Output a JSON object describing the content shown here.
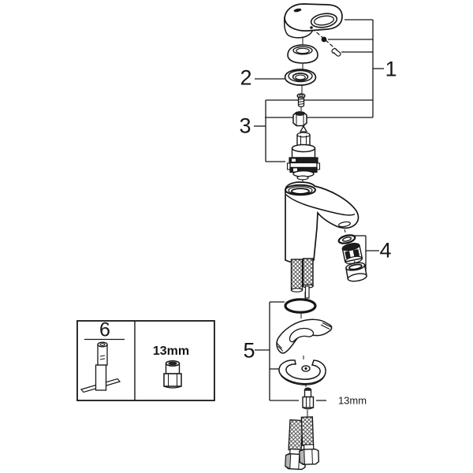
{
  "diagram": {
    "background": "#ffffff",
    "line_color": "#161616",
    "callouts": {
      "part1_label": "1",
      "part2_label": "2",
      "part3_label": "3",
      "part4_label": "4",
      "part5_label": "5"
    },
    "inset": {
      "part6_label": "6",
      "socket_size_label": "13mm"
    },
    "stud_size_label": "13mm"
  }
}
